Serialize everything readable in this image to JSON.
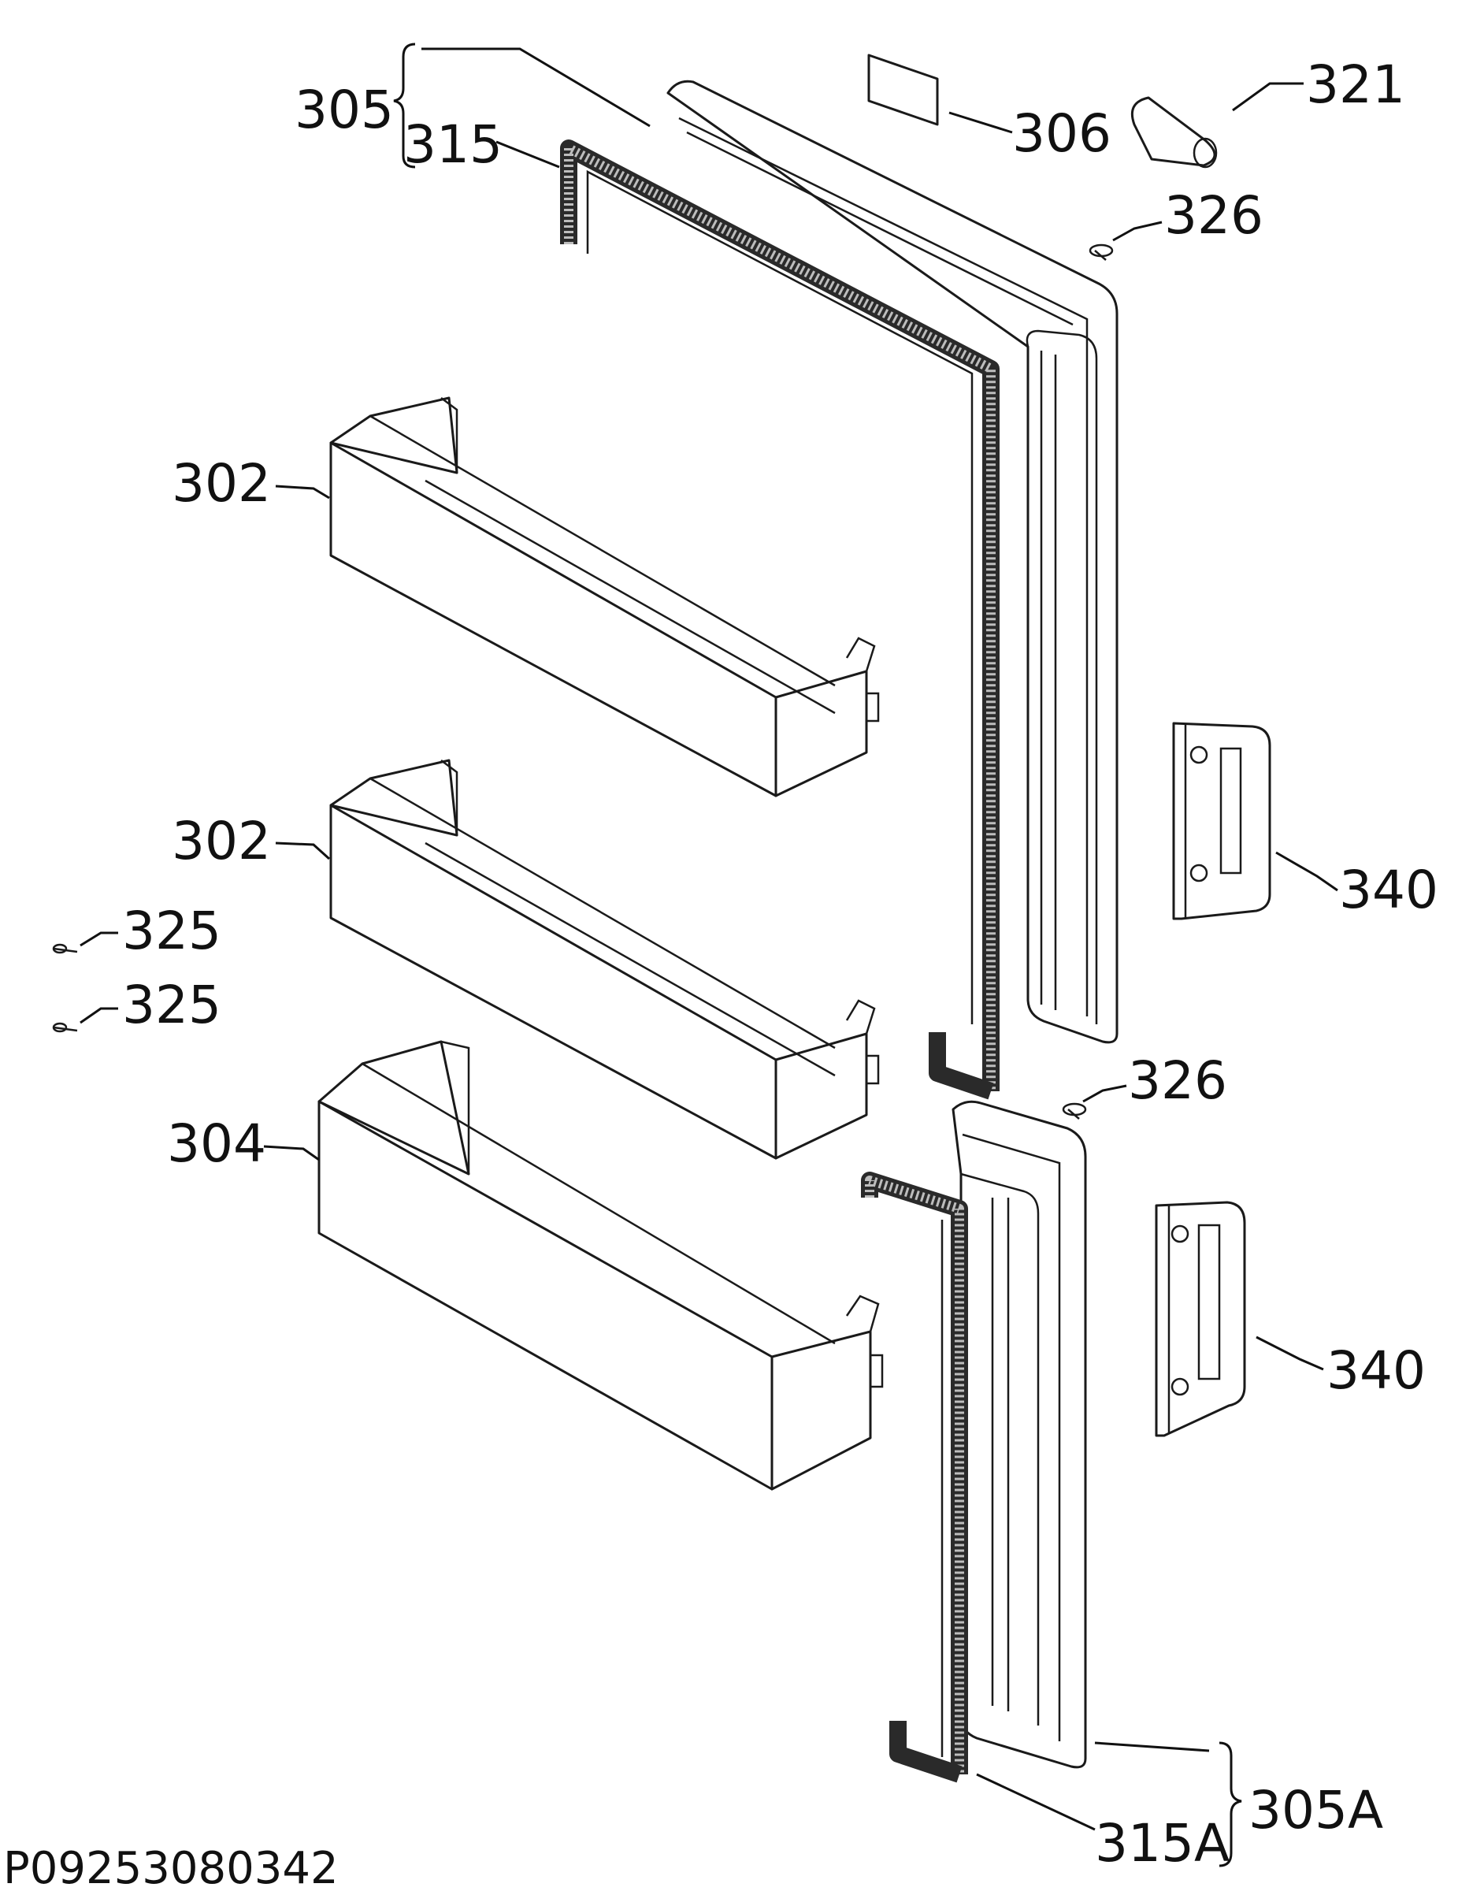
{
  "drawing_code": "P09253080342",
  "callouts": {
    "p305": "305",
    "p315": "315",
    "p306": "306",
    "p321": "321",
    "p326_top": "326",
    "p302_upper": "302",
    "p302_lower": "302",
    "p325_a": "325",
    "p325_b": "325",
    "p304": "304",
    "p340_upper": "340",
    "p326_bottom": "326",
    "p340_lower": "340",
    "p305A": "305A",
    "p315A": "315A"
  }
}
